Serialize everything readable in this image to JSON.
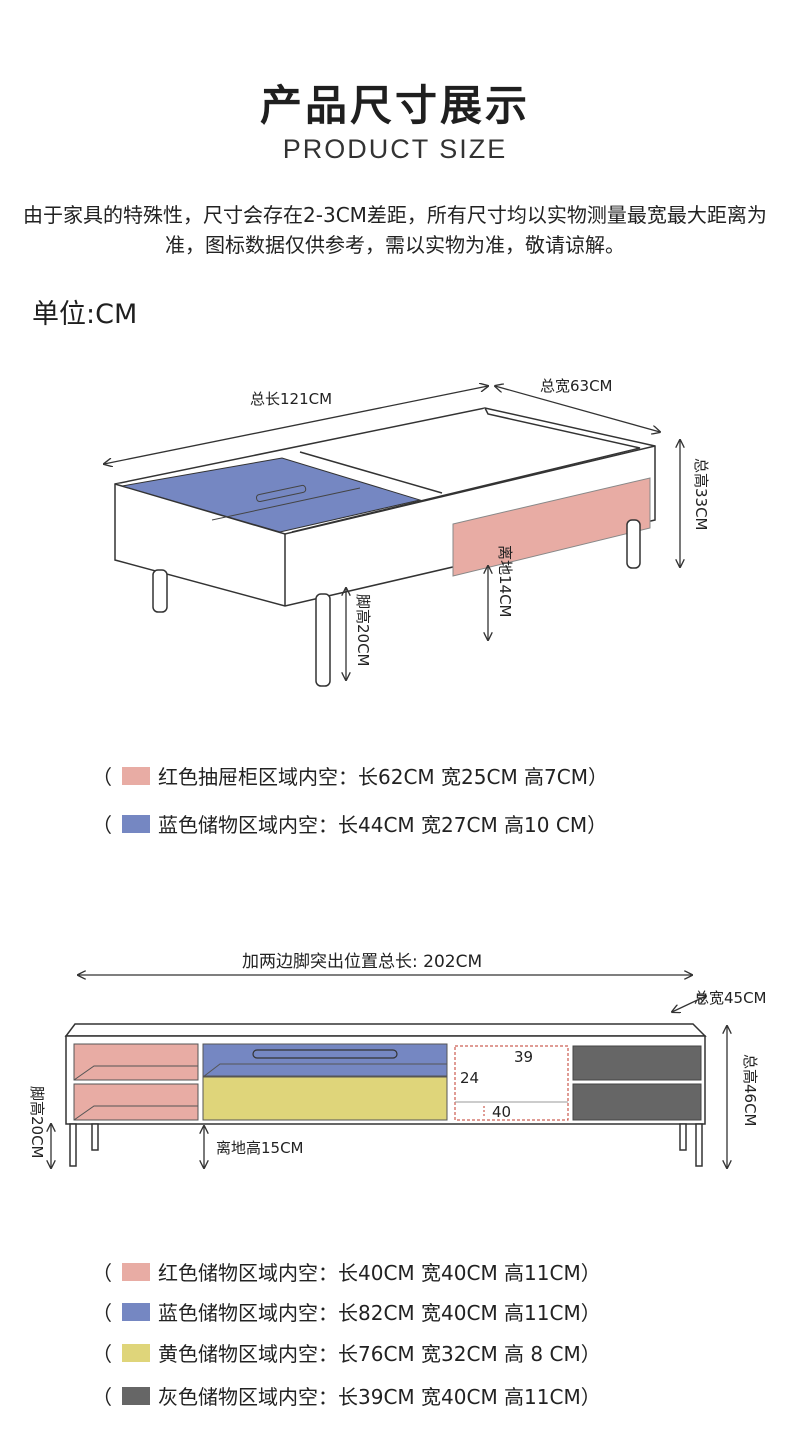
{
  "header": {
    "title_cn": "产品尺寸展示",
    "title_en": "PRODUCT SIZE",
    "disclaimer": "由于家具的特殊性，尺寸会存在2-3CM差距，所有尺寸均以实物测量最宽最大距离为准，图标数据仅供参考，需以实物为准，敬请谅解。",
    "unit": "单位:CM"
  },
  "colors": {
    "red": "#e8aca4",
    "blue": "#7587c2",
    "yellow": "#dfd57a",
    "gray": "#666666",
    "line": "#333333"
  },
  "table_diagram": {
    "total_length": "总长121CM",
    "total_width": "总宽63CM",
    "total_height": "总高33CM",
    "ground_clearance": "离地14CM",
    "leg_height": "脚高20CM"
  },
  "table_legend": [
    {
      "open": "（",
      "color": "red",
      "text": "红色抽屉柜区域内空：长62CM  宽25CM  高7CM",
      "close": "）"
    },
    {
      "open": "（",
      "color": "blue",
      "text": "蓝色储物区域内空：长44CM  宽27CM  高10 CM",
      "close": "）"
    }
  ],
  "cabinet_diagram": {
    "total_length_with_legs": "加两边脚突出位置总长: 202CM",
    "total_width": "总宽45CM",
    "total_height": "总高46CM",
    "ground_clearance": "离地高15CM",
    "leg_height": "脚高20CM",
    "open_width": "39",
    "open_height": "24",
    "open_depth": "40"
  },
  "cabinet_legend": [
    {
      "open": "（",
      "color": "red",
      "text": "红色储物区域内空：长40CM  宽40CM  高11CM",
      "close": "）"
    },
    {
      "open": "（",
      "color": "blue",
      "text": "蓝色储物区域内空：长82CM  宽40CM  高11CM",
      "close": "）"
    },
    {
      "open": "（",
      "color": "yellow",
      "text": "黄色储物区域内空：长76CM  宽32CM  高 8 CM",
      "close": "）"
    },
    {
      "open": "（",
      "color": "gray",
      "text": "灰色储物区域内空：长39CM  宽40CM  高11CM",
      "close": "）"
    }
  ]
}
